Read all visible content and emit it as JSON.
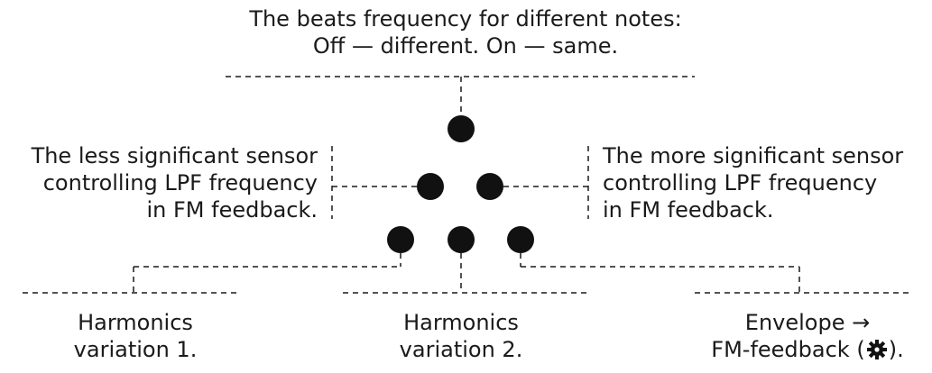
{
  "top_label": {
    "line1": "The beats frequency for different notes:",
    "line2": "Off — different. On — same."
  },
  "left_label": {
    "line1": "The less significant sensor",
    "line2": "controlling LPF frequency",
    "line3": "in FM feedback."
  },
  "right_label": {
    "line1": "The more significant sensor",
    "line2": "controlling LPF frequency",
    "line3": "in FM feedback."
  },
  "bottom_left_label": {
    "line1": "Harmonics",
    "line2": "variation 1."
  },
  "bottom_center_label": {
    "line1": "Harmonics",
    "line2": "variation 2."
  },
  "bottom_right_label": {
    "line1": "Envelope →",
    "line2_prefix": "FM-feedback (",
    "line2_suffix": ")."
  },
  "colors": {
    "ink": "#1a1a1a",
    "background": "#ffffff"
  },
  "icons": {
    "feedback_icon": "gear-sun-icon"
  }
}
